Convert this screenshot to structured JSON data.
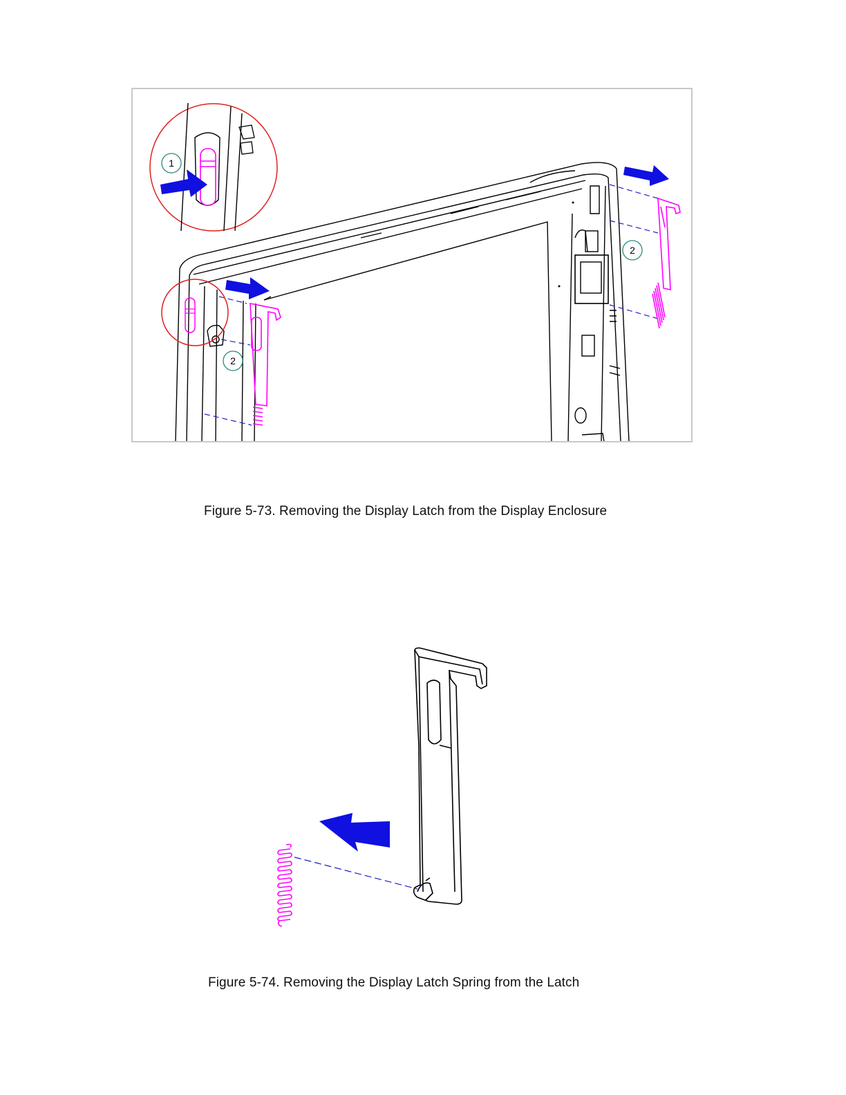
{
  "figures": [
    {
      "caption": "Figure 5-73. Removing the Display Latch from the Display Enclosure",
      "callouts": [
        "1",
        "2",
        "2"
      ]
    },
    {
      "caption": "Figure 5-74. Removing the Display Latch Spring from the Latch"
    }
  ],
  "colors": {
    "arrow": "#1010e0",
    "part_highlight": "#ff00ff",
    "detail_circle": "#e02020",
    "callout_circle": "#2a8a7a",
    "leader_line": "#2020c0"
  }
}
